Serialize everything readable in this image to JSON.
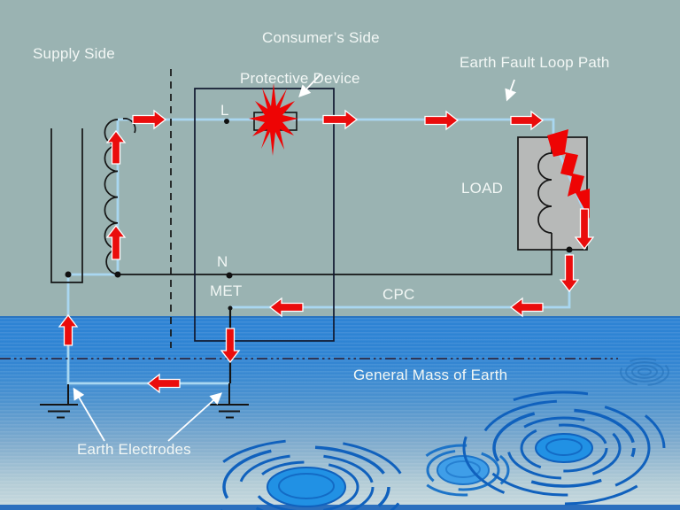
{
  "slide": {
    "labels": {
      "supply_side": "Supply Side",
      "consumers_side": "Consumer’s Side",
      "protective_device": "Protective Device",
      "earth_fault_loop_path": "Earth Fault Loop Path",
      "load": "LOAD",
      "line_terminal": "L",
      "neutral_terminal": "N",
      "met": "MET",
      "cpc": "CPC",
      "general_mass_of_earth": "General Mass of Earth",
      "earth_electrodes": "Earth Electrodes"
    },
    "colors": {
      "slide_background": "#9ab3b2",
      "water_blue": "#2e83d4",
      "conductor_blue": "#a9d7f1",
      "fault_arrow_red": "#ea0c0c",
      "label_text": "#f2f7f5",
      "ripple_blue": "#1061bd",
      "load_box_fill": "#b7b9b8"
    }
  }
}
